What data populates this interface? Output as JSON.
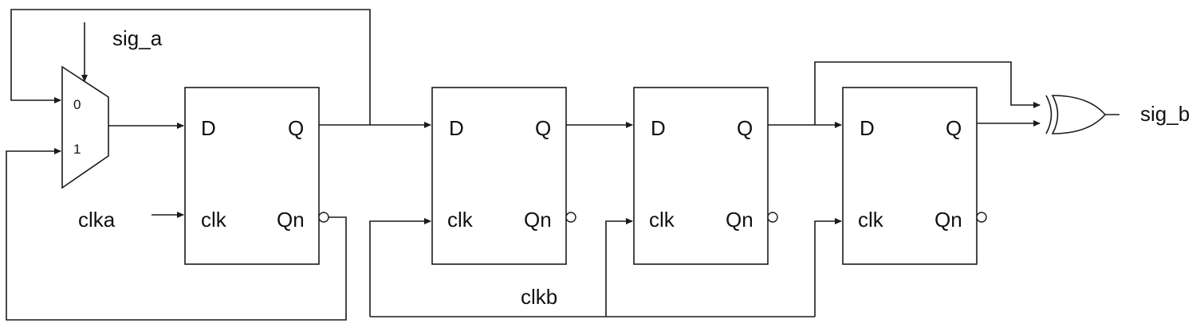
{
  "inputs": {
    "sig_a": "sig_a",
    "clka": "clka",
    "clkb": "clkb"
  },
  "output": {
    "sig_b": "sig_b"
  },
  "mux": {
    "in0": "0",
    "in1": "1"
  },
  "flipflops": [
    {
      "d": "D",
      "q": "Q",
      "clk": "clk",
      "qn": "Qn"
    },
    {
      "d": "D",
      "q": "Q",
      "clk": "clk",
      "qn": "Qn"
    },
    {
      "d": "D",
      "q": "Q",
      "clk": "clk",
      "qn": "Qn"
    },
    {
      "d": "D",
      "q": "Q",
      "clk": "clk",
      "qn": "Qn"
    }
  ],
  "gate": {
    "type": "XOR"
  }
}
